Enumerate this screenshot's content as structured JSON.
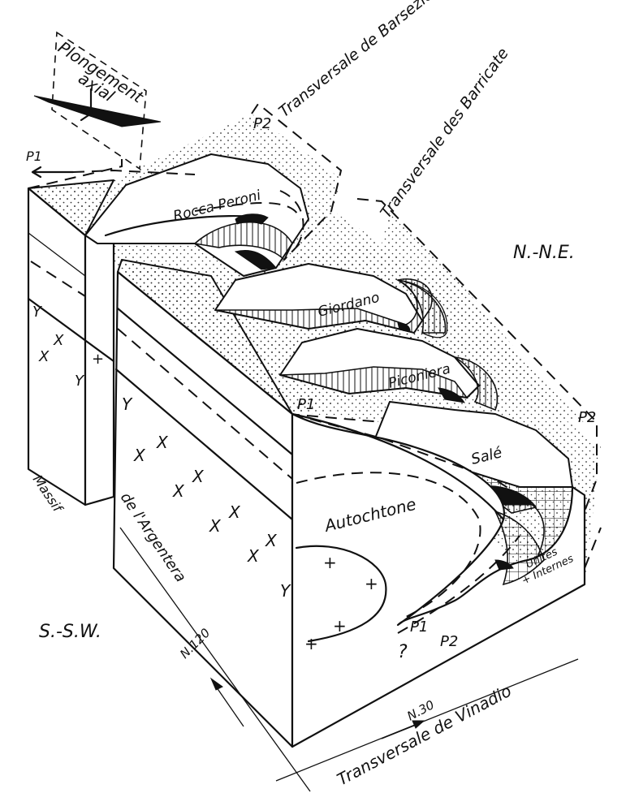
{
  "labels": {
    "plongement_line1": "Plongement",
    "plongement_line2": "axial",
    "transversale_barsezio": "Transversale de Barsezio",
    "transversale_barricate": "Transversale des Barricate",
    "transversale_vinadio": "Transversale de Vinadio",
    "p2_top": "P2",
    "p1_left": "P1",
    "p1_mid": "P1",
    "p2_right": "P2",
    "p1_bottom": "P1",
    "p2_bottom": "P2",
    "question_mark": "?",
    "rocca_peroni": "Rocca Peroni",
    "giordano": "Giordano",
    "piconiera": "Piconiera",
    "sale": "Salé",
    "autochtone": "Autochtone",
    "unites_internes_line1": "Unités",
    "unites_internes_line2": "+ Internes",
    "nne": "N.-N.E.",
    "ssw": "S.-S.W.",
    "massif_line1": "Massif",
    "massif_line2": "de l'Argentera",
    "n120": "N.120",
    "n30": "N.30"
  }
}
